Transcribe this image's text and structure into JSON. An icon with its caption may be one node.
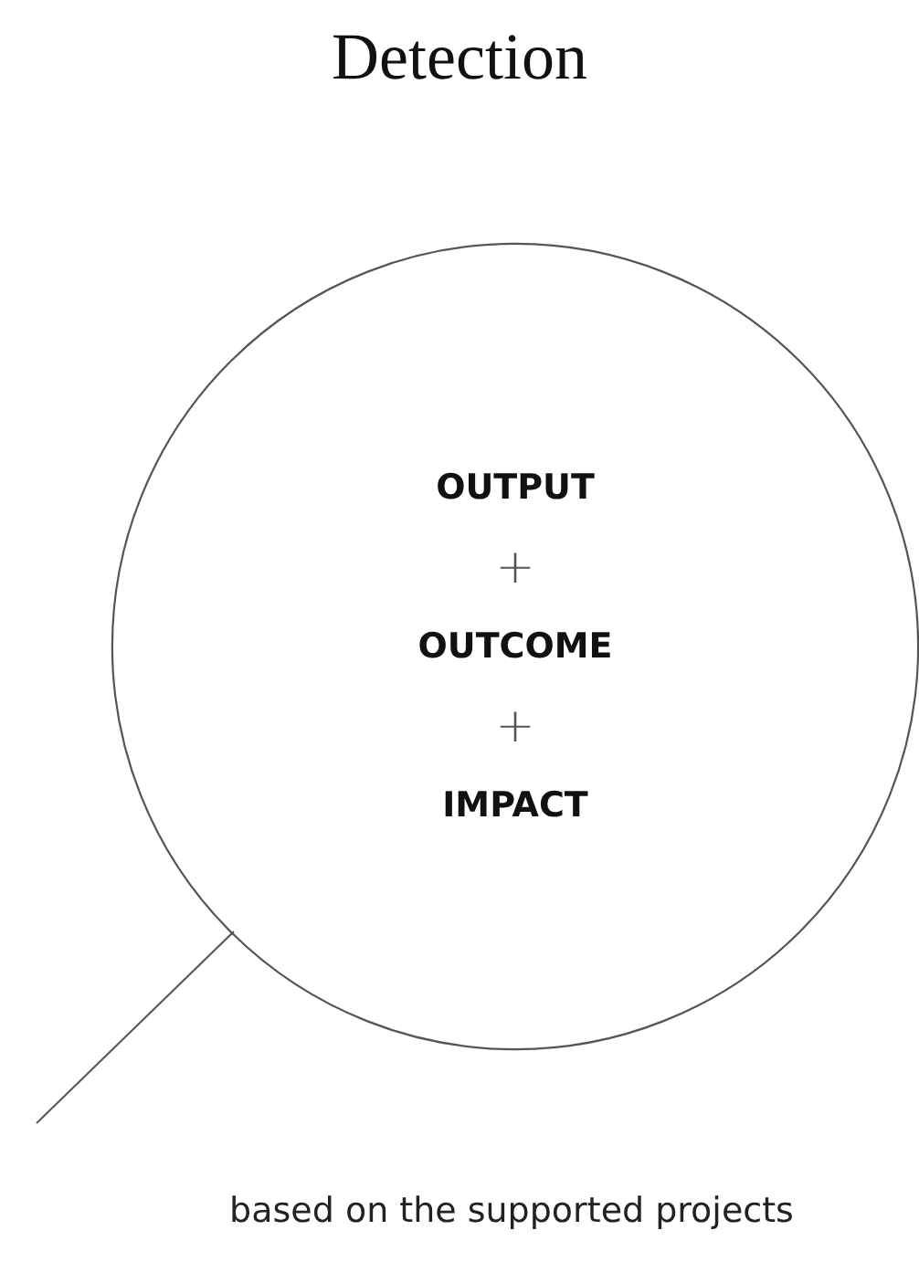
{
  "diagram": {
    "title": "Detection",
    "nodes": [
      {
        "text": [
          "OUTPUT",
          "+",
          "OUTCOME",
          "+",
          "IMPACT"
        ]
      }
    ],
    "caption": "based on the supported projects"
  }
}
